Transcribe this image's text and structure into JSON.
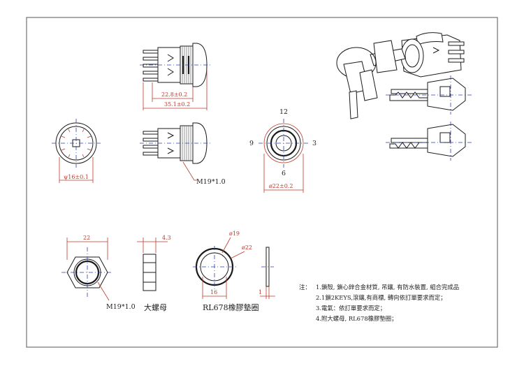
{
  "views": {
    "side": {
      "dim_22_8": "22.8±0.2",
      "dim_35_1": "35.1±0.2"
    },
    "thread": {
      "label": "M19*1.0"
    },
    "rear": {
      "dim_16": "ψ16±0.1"
    },
    "front": {
      "clock_12": "12",
      "clock_3": "3",
      "clock_6": "6",
      "clock_9": "9",
      "dim_22": "ø22±0.2"
    }
  },
  "parts": {
    "nut": {
      "dim_width": "22",
      "thread": "M19*1.0",
      "name": "大螺母"
    },
    "nut_side": {
      "dim_thickness": "4.3"
    },
    "washer": {
      "dim_inner": "ø19",
      "dim_outer": "ø22",
      "dim_16": "16",
      "name": "RL678橡膠墊圈"
    },
    "washer_side": {
      "dim_1": "1"
    }
  },
  "notes": {
    "title": "注：",
    "lines": [
      "1.鎖殼, 鎖心鋅合金材質, 吊鑲, 有防水裝置, 組合完成品",
      "2.1鎖2KEYS,滾鑲,有商標, 轉向依訂單要求而定；",
      "3.電氣：依訂單要求而定；",
      "4.附大螺母, RL678橡膠墊圈；"
    ]
  },
  "colors": {
    "line": "#1a1a1a",
    "dimension": "#c0392b",
    "centerline": "#2b3fb5"
  }
}
